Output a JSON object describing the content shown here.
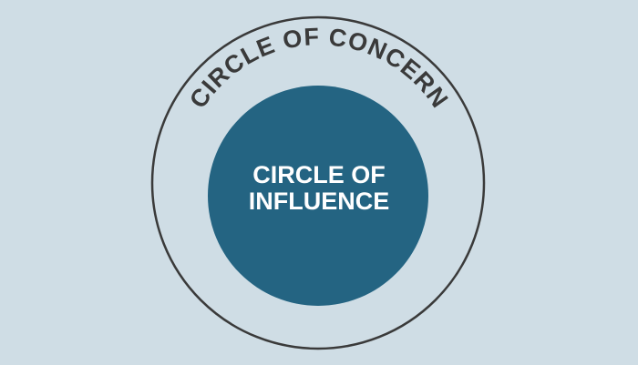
{
  "outer": {
    "label": "CIRCLE OF CONCERN"
  },
  "inner": {
    "line1": "CIRCLE OF",
    "line2": "INFLUENCE"
  },
  "colors": {
    "background": "#cfdde5",
    "outer_stroke": "#3a3a3a",
    "inner_fill": "#246482",
    "outer_text": "#3a3a3a",
    "inner_text": "#ffffff"
  }
}
